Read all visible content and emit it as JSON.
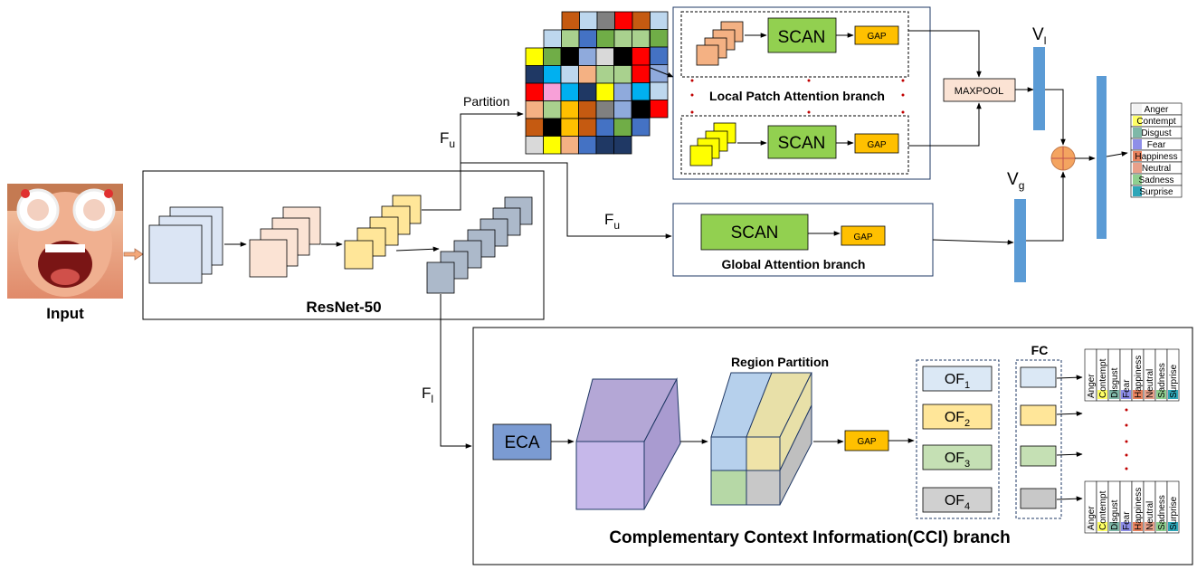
{
  "input": {
    "label": "Input"
  },
  "backbone": {
    "label": "ResNet-50"
  },
  "features": {
    "upper": "F",
    "upper_sub": "u",
    "lower": "F",
    "lower_sub": "l"
  },
  "partition": {
    "label": "Partition"
  },
  "local_branch": {
    "title": "Local Patch Attention branch",
    "scan": "SCAN",
    "gap": "GAP",
    "maxpool": "MAXPOOL"
  },
  "global_branch": {
    "title": "Global Attention branch",
    "scan": "SCAN",
    "gap": "GAP"
  },
  "vectors": {
    "local": "V",
    "local_sub": "l",
    "global": "V",
    "global_sub": "g"
  },
  "emotions": [
    "Anger",
    "Contempt",
    "Disgust",
    "Fear",
    "Happiness",
    "Neutral",
    "Sadness",
    "Surprise"
  ],
  "emotion_colors": [
    "#f2f2f2",
    "#ffff66",
    "#7fb8a8",
    "#8e8ee8",
    "#e8825e",
    "#e8a08a",
    "#8fcf8f",
    "#2ea6b8"
  ],
  "cci_branch": {
    "title": "Complementary Context Information(CCI) branch",
    "eca": "ECA",
    "region_partition": "Region Partition",
    "gap": "GAP",
    "fc": "FC",
    "of_items": [
      {
        "label": "OF",
        "sub": "1"
      },
      {
        "label": "OF",
        "sub": "2"
      },
      {
        "label": "OF",
        "sub": "3"
      },
      {
        "label": "OF",
        "sub": "4"
      }
    ]
  },
  "colors": {
    "scan": "#92d050",
    "gap": "#ffc000",
    "vector": "#5b9bd5",
    "eca": "#7b9bd2",
    "fuse": "#f4a460"
  }
}
